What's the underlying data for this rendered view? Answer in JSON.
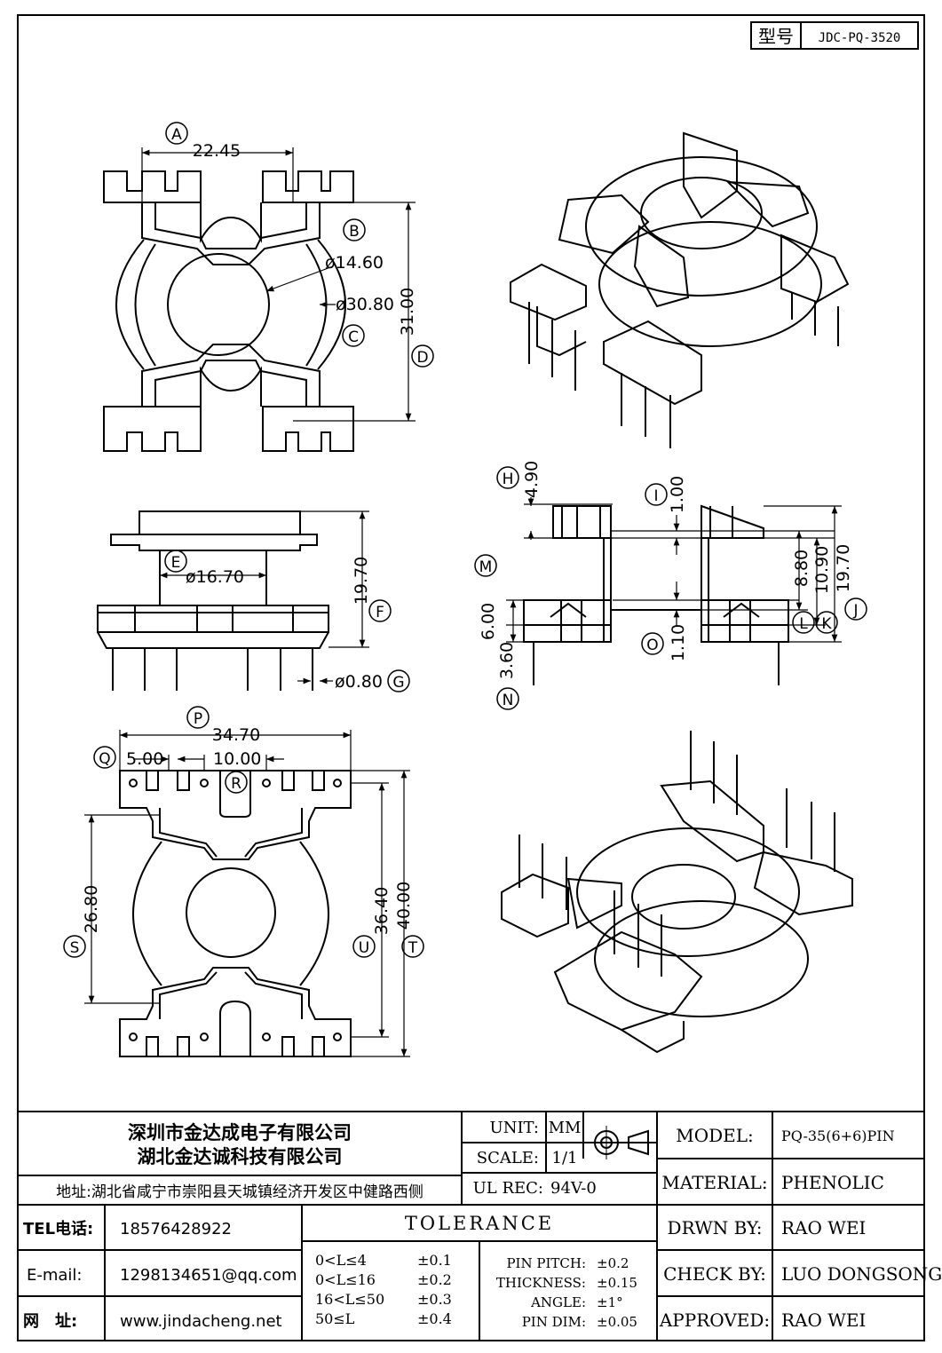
{
  "model_box": {
    "label": "型号",
    "value": "JDC-PQ-3520"
  },
  "top_view": {
    "dims": [
      {
        "id": "A",
        "value": "22.45"
      },
      {
        "id": "B",
        "value": "ø14.60"
      },
      {
        "id": "C",
        "value": "ø30.80"
      },
      {
        "id": "D",
        "value": "31.00"
      }
    ]
  },
  "front_view": {
    "dims": [
      {
        "id": "E",
        "value": "ø16.70"
      },
      {
        "id": "F",
        "value": "19.70"
      },
      {
        "id": "G",
        "value": "ø0.80"
      }
    ]
  },
  "section_view": {
    "dims": [
      {
        "id": "H",
        "value": "4.90"
      },
      {
        "id": "I",
        "value": "1.00"
      },
      {
        "id": "J",
        "value": "19.70"
      },
      {
        "id": "K",
        "value": "10.90"
      },
      {
        "id": "L",
        "value": "8.80"
      },
      {
        "id": "M",
        "value": "6.00"
      },
      {
        "id": "N",
        "value": "3.60"
      },
      {
        "id": "O",
        "value": "1.10"
      }
    ]
  },
  "bottom_view": {
    "dims": [
      {
        "id": "P",
        "value": "34.70"
      },
      {
        "id": "Q",
        "value": "5.00"
      },
      {
        "id": "R",
        "value": "10.00"
      },
      {
        "id": "S",
        "value": "26.80"
      },
      {
        "id": "T",
        "value": "40.00"
      },
      {
        "id": "U",
        "value": "36.40"
      }
    ]
  },
  "title_block": {
    "company1": "深圳市金达成电子有限公司",
    "company2": "湖北金达诚科技有限公司",
    "address": "地址:湖北省咸宁市崇阳县天城镇经济开发区中健路西侧",
    "tel_label": "TEL电话:",
    "tel": "18576428922",
    "email_label": "E-mail:",
    "email": "1298134651@qq.com",
    "web_label": "网　址:",
    "web": "www.jindacheng.net",
    "unit_label": "UNIT:",
    "unit": "MM",
    "scale_label": "SCALE:",
    "scale": "1/1",
    "ulrec_label": "UL REC:",
    "ulrec": "94V-0",
    "tolerance_title": "TOLERANCE",
    "tolerances": [
      {
        "range": "0<L≤4",
        "value": "±0.1"
      },
      {
        "range": "0<L≤16",
        "value": "±0.2"
      },
      {
        "range": "16<L≤50",
        "value": "±0.3"
      },
      {
        "range": "50≤L",
        "value": "±0.4"
      }
    ],
    "pin_tol": [
      {
        "label": "PIN PITCH:",
        "value": "±0.2"
      },
      {
        "label": "THICKNESS:",
        "value": "±0.15"
      },
      {
        "label": "ANGLE:",
        "value": "±1°"
      },
      {
        "label": "PIN DIM:",
        "value": "±0.05"
      }
    ],
    "model_label": "MODEL:",
    "model": "PQ-35(6+6)PIN",
    "material_label": "MATERIAL:",
    "material": "PHENOLIC",
    "drawn_label": "DRWN BY:",
    "drawn": "RAO WEI",
    "check_label": "CHECK BY:",
    "check": "LUO DONGSONG",
    "approved_label": "APPROVED:",
    "approved": "RAO WEI"
  }
}
